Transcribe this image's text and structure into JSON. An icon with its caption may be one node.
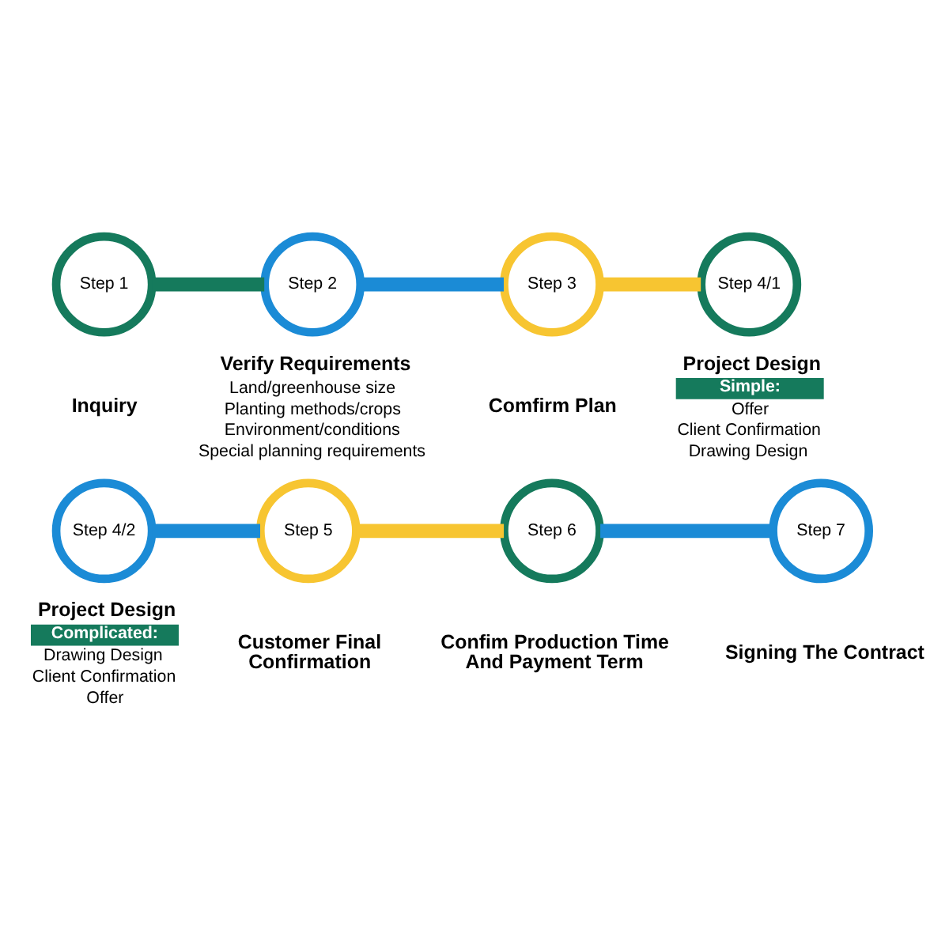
{
  "diagram": {
    "nodes": [
      {
        "text": [
          "Step 1"
        ],
        "beside": [
          "Inquiry"
        ]
      },
      {
        "text": [
          "Step 2"
        ],
        "beside": [
          "Verify Requirements",
          "Land/greenhouse size",
          "Planting methods/crops",
          "Environment/conditions",
          "Special planning requirements"
        ]
      },
      {
        "text": [
          "Step 3"
        ],
        "beside": [
          "Comfirm Plan"
        ]
      },
      {
        "text": [
          "Step 4/1"
        ],
        "beside": [
          "Project Design",
          "Simple:",
          "Offer",
          "Client Confirmation",
          "Drawing Design"
        ]
      },
      {
        "text": [
          "Step 4/2"
        ],
        "beside": [
          "Project Design",
          "Complicated:",
          "Drawing Design",
          "Client Confirmation",
          "Offer"
        ]
      },
      {
        "text": [
          "Step 5"
        ],
        "beside": [
          "Customer Final Confirmation"
        ]
      },
      {
        "text": [
          "Step 6"
        ],
        "beside": [
          "Confim Production Time And Payment Term"
        ]
      },
      {
        "text": [
          "Step 7"
        ],
        "beside": [
          "Signing The Contract"
        ]
      }
    ],
    "edges": [
      {
        "from": 0,
        "to": 1,
        "arrow": "none",
        "color": "#157a5c"
      },
      {
        "from": 1,
        "to": 2,
        "arrow": "none",
        "color": "#1b8bd6"
      },
      {
        "from": 2,
        "to": 3,
        "arrow": "none",
        "color": "#f7c531"
      },
      {
        "from": 4,
        "to": 5,
        "arrow": "none",
        "color": "#1b8bd6"
      },
      {
        "from": 5,
        "to": 6,
        "arrow": "none",
        "color": "#f7c531"
      },
      {
        "from": 6,
        "to": 7,
        "arrow": "none",
        "color": "#1b8bd6"
      }
    ]
  }
}
